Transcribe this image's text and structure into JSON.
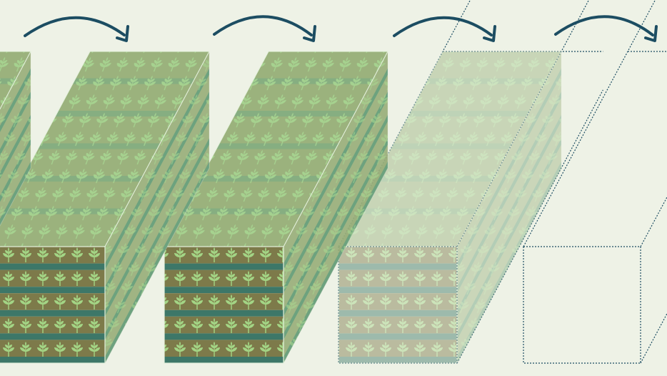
{
  "colors": {
    "background": "#eef2e6",
    "soil": "#7d7a4a",
    "shelf": "#3d7768",
    "plant": "#9fcf7c",
    "glass": "#a9d79a",
    "arrow": "#1c4d62",
    "outline": "#1c4d62"
  },
  "icons": [
    "curved-arrow-icon",
    "plant-icon"
  ],
  "scene": {
    "filled_blocks": 3,
    "fading_blocks": 1,
    "empty_outline_blocks": 2,
    "shelves_per_block": 5,
    "arrows": 4
  }
}
